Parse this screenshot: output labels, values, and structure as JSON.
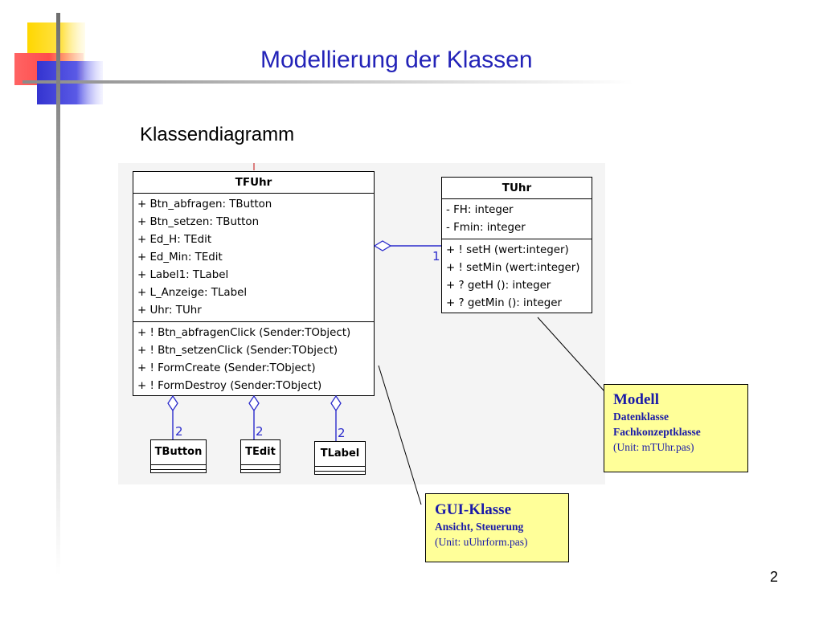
{
  "slide": {
    "title": "Modellierung der Klassen",
    "subtitle": "Klassendiagramm",
    "page_number": "2"
  },
  "classes": {
    "tfuhr": {
      "name": "TFUhr",
      "attributes": [
        "+ Btn_abfragen: TButton",
        "+ Btn_setzen: TButton",
        "+ Ed_H: TEdit",
        "+ Ed_Min: TEdit",
        "+ Label1: TLabel",
        "+ L_Anzeige: TLabel",
        "+ Uhr: TUhr"
      ],
      "methods": [
        "+ ! Btn_abfragenClick (Sender:TObject)",
        "+ ! Btn_setzenClick (Sender:TObject)",
        "+ ! FormCreate (Sender:TObject)",
        "+ ! FormDestroy (Sender:TObject)"
      ]
    },
    "tuhr": {
      "name": "TUhr",
      "attributes": [
        "- FH: integer",
        "- Fmin: integer"
      ],
      "methods": [
        "+ ! setH (wert:integer)",
        "+ ! setMin (wert:integer)",
        "+ ? getH (): integer",
        "+ ? getMin (): integer"
      ]
    },
    "tbutton": {
      "name": "TButton"
    },
    "tedit": {
      "name": "TEdit"
    },
    "tlabel": {
      "name": "TLabel"
    }
  },
  "multiplicities": {
    "tuhr": "1",
    "tbutton": "2",
    "tedit": "2",
    "tlabel": "2"
  },
  "notes": {
    "modell": {
      "title": "Modell",
      "line1": "Datenklasse",
      "line2": "Fachkonzeptklasse",
      "unit": "(Unit: mTUhr.pas)"
    },
    "gui": {
      "title": "GUI-Klasse",
      "line1": "Ansicht, Steuerung",
      "unit": "(Unit: uUhrform.pas)"
    }
  },
  "colors": {
    "title": "#2323b8",
    "association": "#2b2bcc",
    "note_fill": "#ffff99",
    "note_text": "#1a1aa8",
    "deco_yellow": "#ffd700",
    "deco_red": "#ff4b4b",
    "deco_blue": "#3a3ad8"
  }
}
